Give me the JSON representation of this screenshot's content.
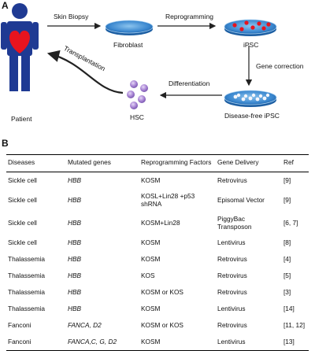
{
  "panel_a": {
    "label": "A",
    "steps": {
      "skin_biopsy": "Skin Biopsy",
      "reprogramming": "Reprogramming",
      "fibroblast": "Fibroblast",
      "ipsc": "iPSC",
      "gene_correction": "Gene correction",
      "transplantation": "Transplantation",
      "differentiation": "Differentiation",
      "patient": "Patient",
      "hsc": "HSC",
      "disease_free_ipsc": "Disease-free iPSC"
    },
    "colors": {
      "body": "#1f3a93",
      "heart": "#e8141e",
      "dish": "#2b7ec9",
      "hsc_cell": "#a884d4"
    }
  },
  "panel_b": {
    "label": "B",
    "headers": [
      "Diseases",
      "Mutated genes",
      "Reprogramming Factors",
      "Gene Delivery",
      "Ref"
    ],
    "rows": [
      [
        "Sickle cell",
        "HBB",
        "KOSM",
        "Retrovirus",
        "[9]"
      ],
      [
        "Sickle cell",
        "HBB",
        "KOSL+Lin28 +p53 shRNA",
        "Episomal Vector",
        "[9]"
      ],
      [
        "Sickle cell",
        "HBB",
        "KOSM+Lin28",
        "PiggyBac Transposon",
        "[6, 7]"
      ],
      [
        "Sickle cell",
        "HBB",
        "KOSM",
        "Lentivirus",
        "[8]"
      ],
      [
        "Thalassemia",
        "HBB",
        "KOSM",
        "Retrovirus",
        "[4]"
      ],
      [
        "Thalassemia",
        "HBB",
        "KOS",
        "Retrovirus",
        "[5]"
      ],
      [
        "Thalassemia",
        "HBB",
        "KOSM or KOS",
        "Retrovirus",
        "[3]"
      ],
      [
        "Thalassemia",
        "HBB",
        "KOSM",
        "Lentivirus",
        "[14]"
      ],
      [
        "Fanconi",
        "FANCA, D2",
        "KOSM or KOS",
        "Retrovirus",
        "[11, 12]"
      ],
      [
        "Fanconi",
        "FANCA,C, G, D2",
        "KOSM",
        "Lentivirus",
        "[13]"
      ]
    ]
  }
}
